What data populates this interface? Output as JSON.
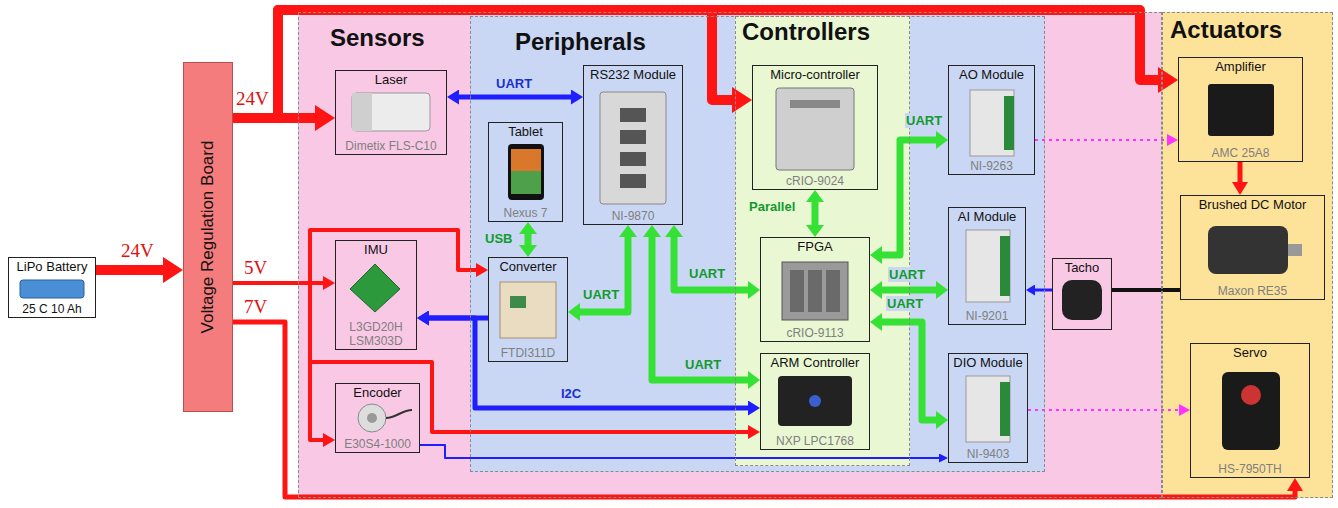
{
  "diagram": {
    "nodes": [
      {
        "text": [
          "LiPo Battery",
          "25 C 10 Ah"
        ]
      },
      {
        "text": [
          "Voltage Regulation Board"
        ]
      },
      {
        "text": [
          "Sensors"
        ]
      },
      {
        "text": [
          "Peripherals"
        ],
        "in": 2
      },
      {
        "text": [
          "Controllers"
        ],
        "in": 3
      },
      {
        "text": [
          "Actuators"
        ]
      },
      {
        "text": [
          "Laser",
          "Dimetix FLS-C10"
        ],
        "in": 2
      },
      {
        "text": [
          "IMU",
          "L3GD20H LSM303D"
        ],
        "in": 2
      },
      {
        "text": [
          "Encoder",
          "E30S4-1000"
        ],
        "in": 2
      },
      {
        "text": [
          "Tablet",
          "Nexus 7"
        ],
        "in": 3
      },
      {
        "text": [
          "RS232 Module",
          "NI-9870"
        ],
        "in": 3
      },
      {
        "text": [
          "Converter",
          "FTDI311D"
        ],
        "in": 3
      },
      {
        "text": [
          "Micro-controller",
          "cRIO-9024"
        ],
        "in": 4
      },
      {
        "text": [
          "FPGA",
          "cRIO-9113"
        ],
        "in": 4
      },
      {
        "text": [
          "ARM Controller",
          "NXP LPC1768"
        ],
        "in": 4
      },
      {
        "text": [
          "AO Module",
          "NI-9263"
        ],
        "in": 3
      },
      {
        "text": [
          "AI Module",
          "NI-9201"
        ],
        "in": 3
      },
      {
        "text": [
          "DIO Module",
          "NI-9403"
        ],
        "in": 3
      },
      {
        "text": [
          "Tacho"
        ],
        "in": 2
      },
      {
        "text": [
          "Amplifier",
          "AMC 25A8"
        ],
        "in": 5
      },
      {
        "text": [
          "Brushed DC Motor",
          "Maxon RE35"
        ],
        "in": 5
      },
      {
        "text": [
          "Servo",
          "HS-7950TH"
        ],
        "in": 5
      }
    ],
    "edges": [
      {
        "from": 0,
        "to": 1,
        "arrow": "to",
        "label": "24V"
      },
      {
        "from": 1,
        "to": 6,
        "arrow": "to",
        "label": "24V"
      },
      {
        "from": 1,
        "to": 12,
        "arrow": "to"
      },
      {
        "from": 1,
        "to": 19,
        "arrow": "to"
      },
      {
        "from": 1,
        "to": 7,
        "arrow": "to",
        "label": "5V"
      },
      {
        "from": 1,
        "to": 11,
        "arrow": "to"
      },
      {
        "from": 1,
        "to": 8,
        "arrow": "to"
      },
      {
        "from": 1,
        "to": 14,
        "arrow": "to"
      },
      {
        "from": 1,
        "to": 21,
        "arrow": "to",
        "label": "7V"
      },
      {
        "from": 6,
        "to": 10,
        "arrow": "both",
        "label": "UART"
      },
      {
        "from": 9,
        "to": 11,
        "arrow": "both",
        "label": "USB"
      },
      {
        "from": 11,
        "to": 10,
        "arrow": "both",
        "label": "UART"
      },
      {
        "from": 10,
        "to": 13,
        "arrow": "both",
        "label": "UART"
      },
      {
        "from": 10,
        "to": 14,
        "arrow": "both",
        "label": "UART"
      },
      {
        "from": 11,
        "to": 7,
        "arrow": "to"
      },
      {
        "from": 7,
        "to": 14,
        "arrow": "both",
        "label": "I2C"
      },
      {
        "from": 12,
        "to": 13,
        "arrow": "both",
        "label": "Parallel"
      },
      {
        "from": 13,
        "to": 15,
        "arrow": "both",
        "label": "UART"
      },
      {
        "from": 13,
        "to": 16,
        "arrow": "both",
        "label": "UART"
      },
      {
        "from": 13,
        "to": 17,
        "arrow": "both",
        "label": "UART"
      },
      {
        "from": 15,
        "to": 19,
        "arrow": "to"
      },
      {
        "from": 17,
        "to": 21,
        "arrow": "to"
      },
      {
        "from": 19,
        "to": 20,
        "arrow": "to"
      },
      {
        "from": 18,
        "to": 16,
        "arrow": "to"
      },
      {
        "from": 20,
        "to": 18,
        "arrow": "none"
      },
      {
        "from": 8,
        "to": 17,
        "arrow": "to"
      }
    ]
  }
}
